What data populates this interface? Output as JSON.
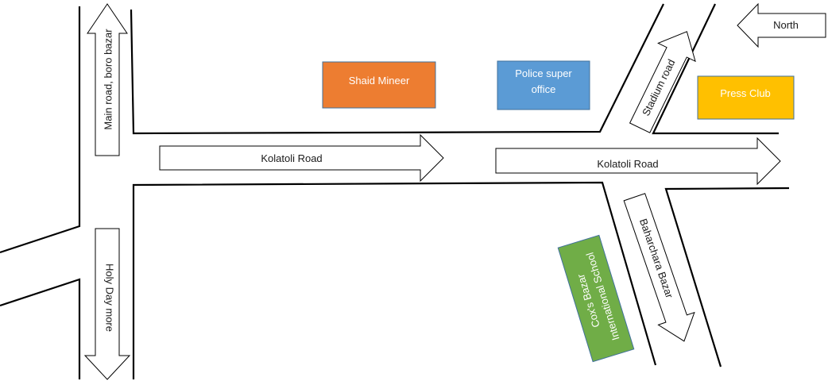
{
  "roads": {
    "main_road": "Main road, boro bazar",
    "holy_day": "Holy Day more",
    "kolatoli_west": "Kolatoli Road",
    "kolatoli_east": "Kolatoli Road",
    "stadium": "Stadium road",
    "baharchara": "Baharchara Bazar"
  },
  "compass": {
    "label": "North"
  },
  "places": {
    "shaid_mineer": {
      "label": "Shaid Mineer",
      "color": "#ED7D31"
    },
    "police": {
      "line1": "Police super",
      "line2": "office",
      "color": "#5B9BD5"
    },
    "press_club": {
      "label": "Press Club",
      "color": "#FFC000"
    },
    "school": {
      "line1": "Cox's Bazar",
      "line2": "International School",
      "color": "#70AD47"
    }
  }
}
